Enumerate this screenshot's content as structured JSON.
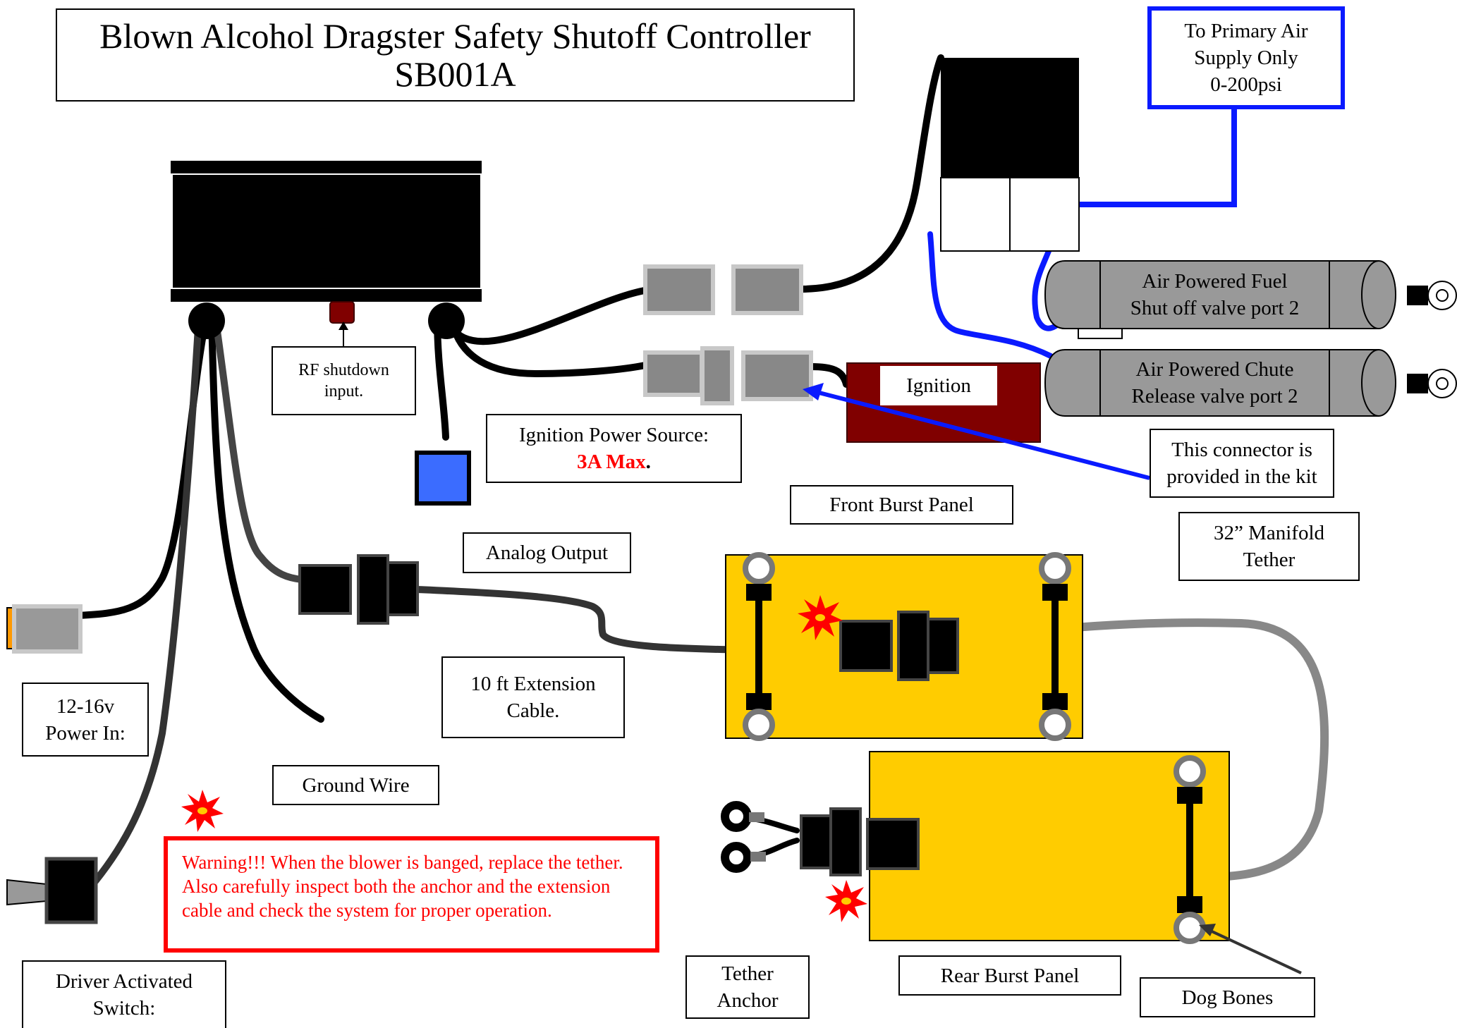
{
  "title": {
    "line1": "Blown Alcohol Dragster Safety Shutoff Controller",
    "line2": "SB001A"
  },
  "labels": {
    "primary_air": "To Primary Air\nSupply Only\n0-200psi",
    "fuel_valve": "Air Powered Fuel\nShut off valve port 2",
    "chute_valve": "Air Powered Chute\nRelease valve port 2",
    "ignition": "Ignition",
    "rf_shutdown": "RF shutdown\ninput.",
    "ignition_power_line1": "Ignition Power Source:",
    "ignition_power_max": "3A Max",
    "ignition_power_dot": ".",
    "connector_kit": "This connector is\nprovided in the kit",
    "front_burst_panel": "Front Burst Panel",
    "manifold_tether": "32” Manifold\nTether",
    "analog_output": "Analog Output",
    "extension_cable": "10 ft Extension\nCable.",
    "power_in": "12-16v\nPower In:",
    "ground_wire": "Ground Wire",
    "driver_switch": "Driver  Activated\nSwitch:",
    "tether_anchor": "Tether\nAnchor",
    "rear_burst_panel": "Rear Burst Panel",
    "dog_bones": "Dog Bones"
  },
  "warning": "Warning!!!  When the blower is banged, replace the tether. Also carefully inspect both the anchor and the extension cable and check the system for proper operation.",
  "colors": {
    "panel_yellow": "#ffcc00",
    "ignition_box": "#800000",
    "air_line_blue": "#0a1aff",
    "warning_red": "#ff0000",
    "cylinder_gray": "#999999",
    "connector_gray": "#888888"
  }
}
